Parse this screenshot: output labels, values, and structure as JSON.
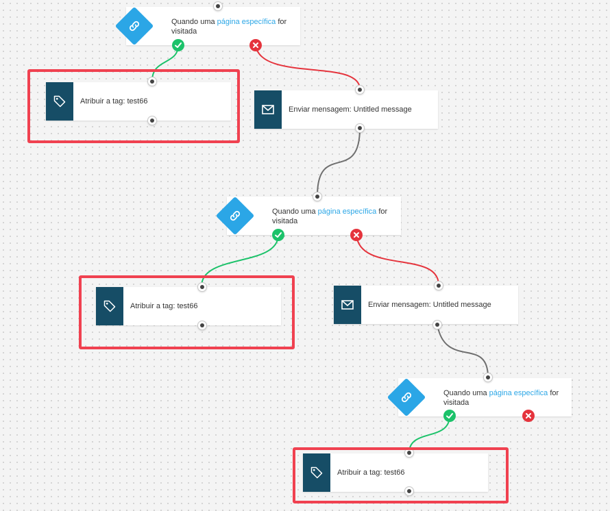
{
  "colors": {
    "canvas": "#f4f4f4",
    "action_icon_bg": "#164d66",
    "trigger_diamond": "#2ba6e6",
    "link": "#2ba6e6",
    "success_wire": "#1cc26a",
    "failure_wire": "#e5343d",
    "neutral_wire": "#6f6f6f",
    "highlight": "#f04150"
  },
  "triggers": [
    {
      "prefix": "Quando uma",
      "link": "página específica",
      "suffix": "for visitada",
      "icon": "link-icon"
    },
    {
      "prefix": "Quando uma",
      "link": "página específica",
      "suffix": "for visitada",
      "icon": "link-icon"
    },
    {
      "prefix": "Quando uma",
      "link": "página específica",
      "suffix": "for visitada",
      "icon": "link-icon"
    }
  ],
  "tag_actions": [
    {
      "label": "Atribuir a tag: test66",
      "icon": "tag-icon"
    },
    {
      "label": "Atribuir a tag: test66",
      "icon": "tag-icon"
    },
    {
      "label": "Atribuir a tag: test66",
      "icon": "tag-icon"
    }
  ],
  "message_actions": [
    {
      "label": "Enviar mensagem: Untitled message",
      "icon": "envelope-icon"
    },
    {
      "label": "Enviar mensagem: Untitled message",
      "icon": "envelope-icon"
    }
  ]
}
